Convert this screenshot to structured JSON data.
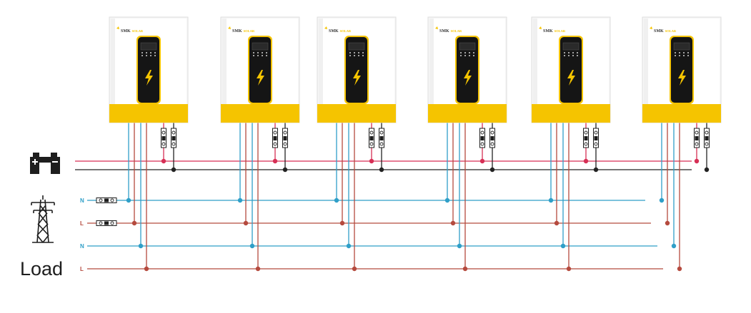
{
  "inverter": {
    "brand": "SMK",
    "model": "SOLAR",
    "count": 6,
    "body_color": "#f7f7f7",
    "accent_color": "#f5c400",
    "panel_color": "#151515"
  },
  "wires": {
    "battery_positive_color": "#d62f55",
    "battery_negative_color": "#222222",
    "neutral_color": "#2f9fc8",
    "line_color": "#b54a3e"
  },
  "legend": {
    "battery_icon": "battery-icon",
    "grid_icon": "transmission-tower-icon",
    "grid_n_label": "N",
    "grid_l_label": "L",
    "load_n_label": "N",
    "load_l_label": "L",
    "load_label": "Load"
  }
}
